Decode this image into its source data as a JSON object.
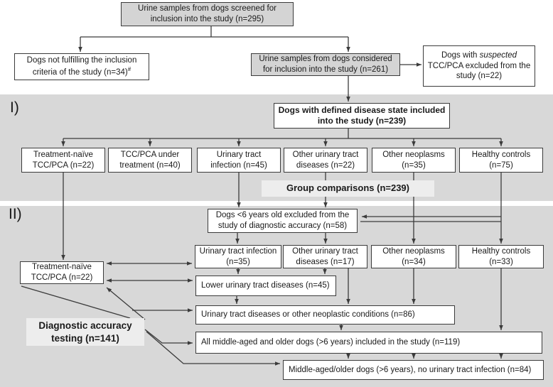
{
  "section_labels": {
    "one": "I)",
    "two": "II)"
  },
  "flow": {
    "screened": {
      "text": "Urine samples from dogs screened for inclusion into the study (n=295)"
    },
    "not_fulfilling": {
      "text": "Dogs not fulfilling the inclusion criteria of the study (n=34)",
      "sup": "#"
    },
    "considered": {
      "text": "Urine samples from dogs considered for inclusion into the study (n=261)"
    },
    "suspected_excluded": {
      "pre": "Dogs with ",
      "em": "suspected",
      "post": " TCC/PCA excluded from the study (n=22)"
    },
    "defined_state": {
      "text": "Dogs with defined disease state included into the study (n=239)"
    },
    "groups_i": [
      "Treatment-naïve TCC/PCA (n=22)",
      "TCC/PCA under treatment (n=40)",
      "Urinary tract infection (n=45)",
      "Other urinary tract diseases (n=22)",
      "Other neoplasms (n=35)",
      "Healthy controls (n=75)"
    ],
    "group_comparisons": "Group comparisons (n=239)",
    "excluded_young": "Dogs <6 years old excluded from the study of diagnostic accuracy (n=58)",
    "tcc_naive_ii": "Treatment-naïve TCC/PCA (n=22)",
    "groups_ii": [
      "Urinary tract infection (n=35)",
      "Other urinary tract diseases (n=17)",
      "Other neoplasms (n=34)",
      "Healthy controls (n=33)"
    ],
    "lower_urinary": "Lower urinary tract diseases (n=45)",
    "utd_neoplastic": "Urinary tract diseases or other neoplastic conditions (n=86)",
    "all_middle_aged": "All middle-aged and older dogs (>6 years) included in the study (n=119)",
    "middle_no_uti": "Middle-aged/older dogs (>6 years), no urinary tract infection (n=84)",
    "diagnostic_accuracy": "Diagnostic accuracy testing (n=141)"
  },
  "colors": {
    "band_gray": "#d8d8d8",
    "box_gray": "#d4d4d4",
    "label_gray": "#ededed",
    "line": "#3b3b3b"
  }
}
